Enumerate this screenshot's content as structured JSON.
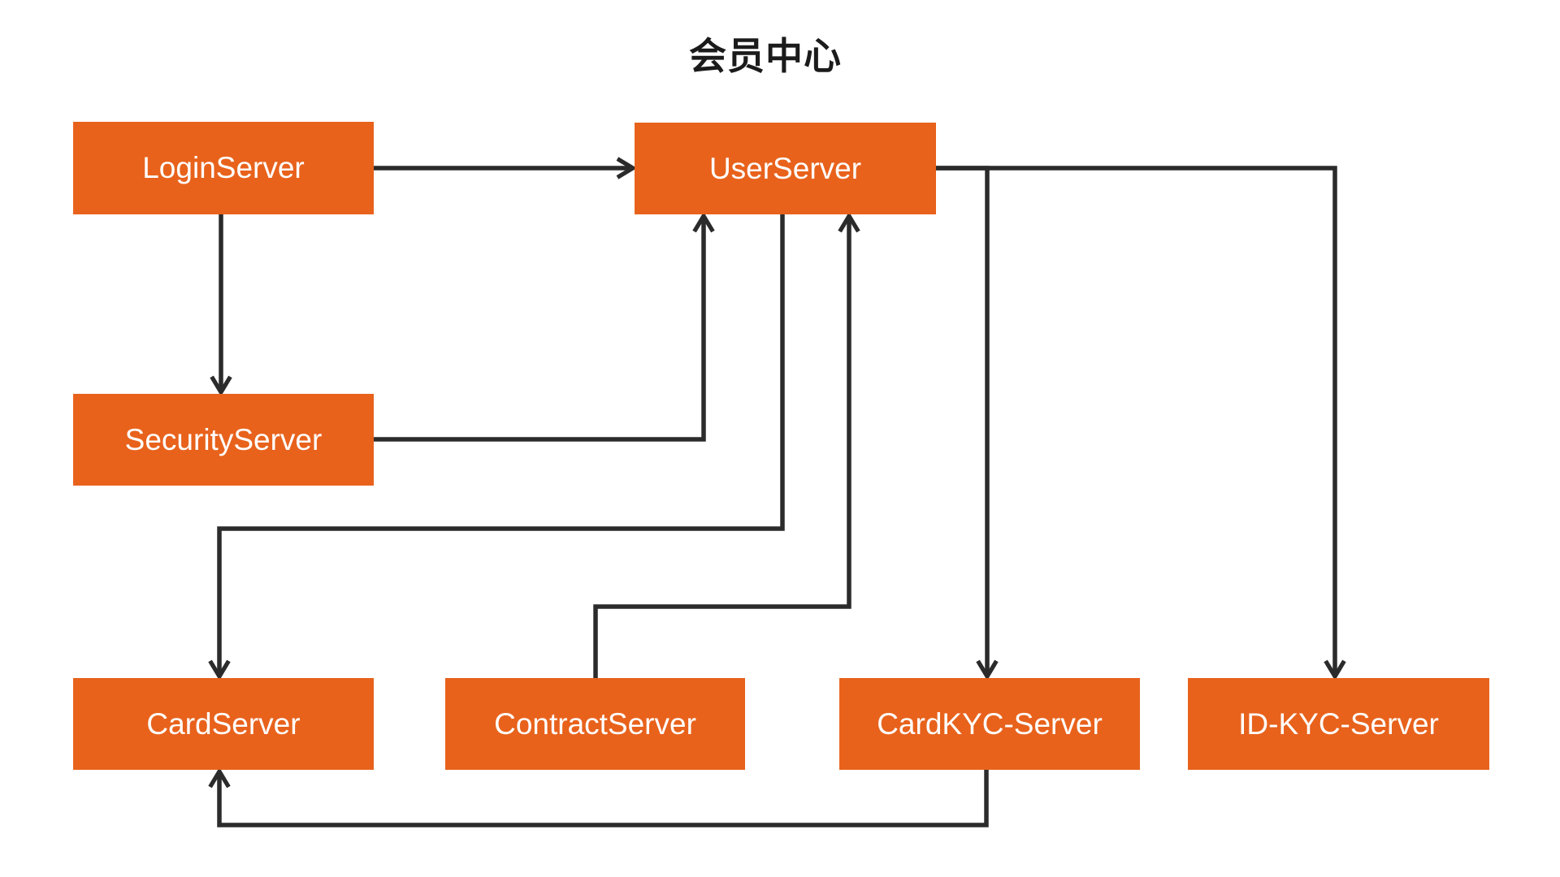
{
  "title": "会员中心",
  "colors": {
    "node_fill": "#E8621C",
    "node_text": "#FFFFFF",
    "edge": "#2B2B2B",
    "title_text": "#1B1B1B",
    "background": "#FFFFFF"
  },
  "nodes": {
    "login": {
      "label": "LoginServer"
    },
    "user": {
      "label": "UserServer"
    },
    "security": {
      "label": "SecurityServer"
    },
    "card": {
      "label": "CardServer"
    },
    "contract": {
      "label": "ContractServer"
    },
    "cardkyc": {
      "label": "CardKYC-Server"
    },
    "idkyc": {
      "label": "ID-KYC-Server"
    }
  },
  "edges": [
    {
      "from": "LoginServer",
      "to": "UserServer"
    },
    {
      "from": "LoginServer",
      "to": "SecurityServer"
    },
    {
      "from": "SecurityServer",
      "to": "UserServer"
    },
    {
      "from": "UserServer",
      "to": "CardServer"
    },
    {
      "from": "ContractServer",
      "to": "UserServer"
    },
    {
      "from": "UserServer",
      "to": "CardKYC-Server"
    },
    {
      "from": "UserServer",
      "to": "ID-KYC-Server"
    },
    {
      "from": "CardKYC-Server",
      "to": "CardServer"
    }
  ]
}
